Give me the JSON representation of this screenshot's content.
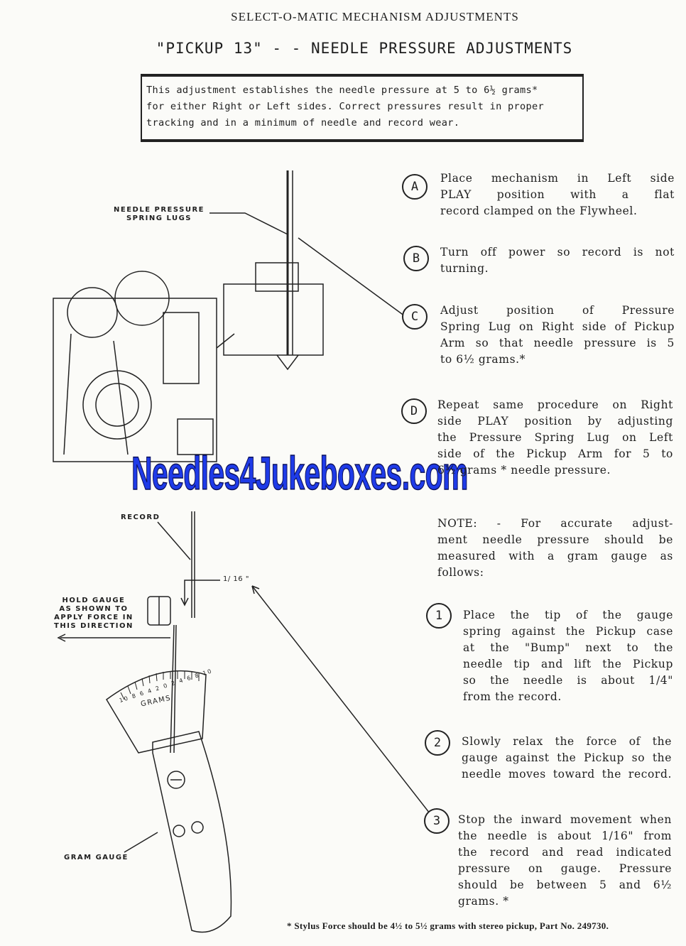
{
  "header": "SELECT-O-MATIC MECHANISM ADJUSTMENTS",
  "title": "\"PICKUP 13\" - - NEEDLE PRESSURE ADJUSTMENTS",
  "intro": {
    "lines": [
      "This adjustment establishes the needle pressure at 5 to 6½ grams*",
      "for either Right or Left sides. Correct pressures result in proper",
      "tracking and in a minimum of needle and record wear."
    ]
  },
  "steps": [
    {
      "marker": "A",
      "lines": [
        "Place mechanism in Left side",
        "PLAY position with a flat",
        "record clamped on the Flywheel."
      ]
    },
    {
      "marker": "B",
      "lines": [
        "Turn off power so record is not",
        "turning."
      ]
    },
    {
      "marker": "C",
      "lines": [
        "Adjust position of Pressure",
        "Spring Lug on Right side of Pickup",
        "Arm so that needle pressure is 5",
        "to 6½ grams.*"
      ]
    },
    {
      "marker": "D",
      "lines": [
        "Repeat same procedure on Right",
        "side PLAY position by adjusting",
        "the Pressure Spring Lug on Left",
        "side of the Pickup Arm for 5 to",
        "6½ grams * needle pressure."
      ]
    }
  ],
  "note": {
    "lines": [
      "NOTE: - For accurate adjust-",
      "ment needle pressure should be",
      "measured with a gram gauge as",
      "follows:"
    ]
  },
  "gauge_steps": [
    {
      "marker": "1",
      "lines": [
        "Place the tip of the gauge",
        "spring against the Pickup case",
        "at the \"Bump\" next to the",
        "needle tip and lift the Pickup",
        "so the needle is about 1/4\"",
        "from the record."
      ]
    },
    {
      "marker": "2",
      "lines": [
        "Slowly relax the force of the",
        "gauge against the Pickup so the",
        "needle moves toward the record."
      ]
    },
    {
      "marker": "3",
      "lines": [
        "Stop the inward movement when",
        "the needle is about 1/16\" from",
        "the record and read indicated",
        "pressure on gauge. Pressure",
        "should be between 5 and 6½",
        "grams. *"
      ]
    }
  ],
  "diagram_labels": {
    "spring_lugs": [
      "NEEDLE PRESSURE",
      "SPRING LUGS"
    ],
    "record": "RECORD",
    "gap": "1/ 16 \"",
    "hold_gauge": [
      "HOLD GAUGE",
      "AS SHOWN TO",
      "APPLY FORCE IN",
      "THIS DIRECTION"
    ],
    "grams": "GRAMS",
    "scale": [
      "10",
      "8",
      "6",
      "4",
      "2",
      "0",
      "2",
      "4",
      "6",
      "8",
      "10"
    ],
    "gram_gauge": "GRAM GAUGE"
  },
  "footnote": "* Stylus Force should be 4½ to 5½ grams with stereo pickup, Part No. 249730.",
  "watermark": "Needles4Jukeboxes.com",
  "colors": {
    "watermark": "#1f3be8",
    "ink": "#1e1e1e",
    "paper": "#fbfbf8"
  }
}
